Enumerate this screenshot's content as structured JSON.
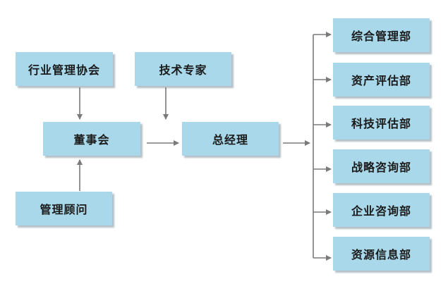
{
  "nodes": {
    "industry_association": "行业管理协会",
    "tech_experts": "技术专家",
    "board": "董事会",
    "general_manager": "总经理",
    "management_advisor": "管理顾问"
  },
  "departments": [
    "综合管理部",
    "资产评估部",
    "科技评估部",
    "战略咨询部",
    "企业咨询部",
    "资源信息部"
  ],
  "colors": {
    "box_fill": "#a8d8ea",
    "connector": "#7a7a7a"
  }
}
